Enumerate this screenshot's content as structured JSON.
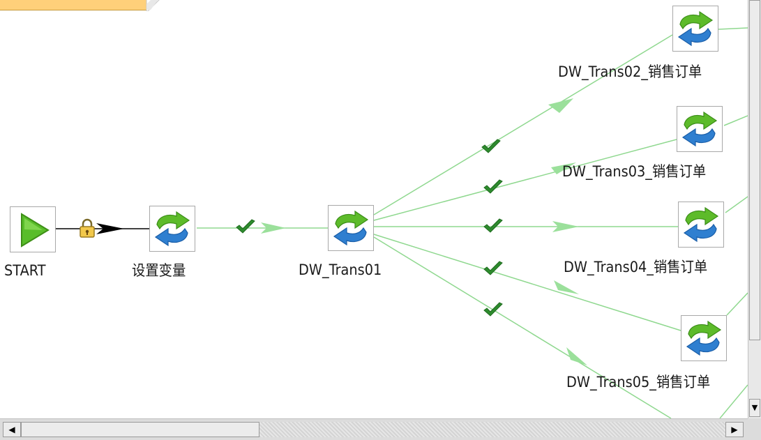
{
  "canvas": {
    "entries": [
      {
        "id": "start",
        "label": "START",
        "icon": "start-icon"
      },
      {
        "id": "set-variables",
        "label": "设置变量",
        "icon": "transform-icon"
      },
      {
        "id": "dw-trans01",
        "label": "DW_Trans01",
        "icon": "transform-icon"
      },
      {
        "id": "dw-trans02",
        "label": "DW_Trans02_销售订单",
        "icon": "transform-icon"
      },
      {
        "id": "dw-trans03",
        "label": "DW_Trans03_销售订单",
        "icon": "transform-icon"
      },
      {
        "id": "dw-trans04",
        "label": "DW_Trans04_销售订单",
        "icon": "transform-icon"
      },
      {
        "id": "dw-trans05",
        "label": "DW_Trans05_销售订单",
        "icon": "transform-icon"
      }
    ],
    "hops": [
      {
        "from": "start",
        "to": "set-variables",
        "type": "unconditional",
        "icon": "lock-icon"
      },
      {
        "from": "set-variables",
        "to": "dw-trans01",
        "type": "success",
        "icon": "check-icon"
      },
      {
        "from": "dw-trans01",
        "to": "dw-trans02",
        "type": "success",
        "icon": "check-icon"
      },
      {
        "from": "dw-trans01",
        "to": "dw-trans03",
        "type": "success",
        "icon": "check-icon"
      },
      {
        "from": "dw-trans01",
        "to": "dw-trans04",
        "type": "success",
        "icon": "check-icon"
      },
      {
        "from": "dw-trans01",
        "to": "dw-trans05",
        "type": "success",
        "icon": "check-icon"
      },
      {
        "from": "dw-trans01",
        "to": "offscreen",
        "type": "success",
        "icon": "check-icon"
      }
    ],
    "colors": {
      "hop_success": "#8fd88f",
      "hop_unconditional": "#000000",
      "note_fill": "#ffd07a",
      "start_green": "#4caf1e",
      "arrow_green": "#5dbb2a",
      "arrow_blue": "#2f7fd0"
    }
  },
  "scrollbars": {
    "left_arrow": "◀",
    "right_arrow": "▶",
    "down_arrow": "▼"
  }
}
